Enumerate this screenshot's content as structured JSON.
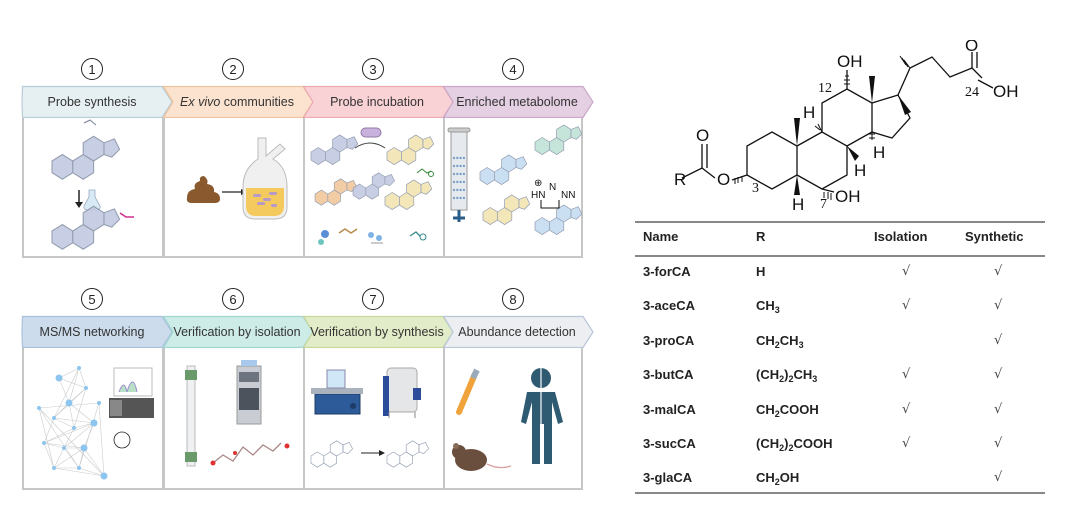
{
  "workflow": {
    "steps": [
      {
        "number": "1",
        "label": "Probe  synthesis",
        "label_italic": "",
        "color": "#e6eff2",
        "stroke": "#b9cdd6"
      },
      {
        "number": "2",
        "label": " communities",
        "label_italic": "Ex vivo",
        "color": "#fbe3cf",
        "stroke": "#efc39c"
      },
      {
        "number": "3",
        "label": "Probe incubation",
        "label_italic": "",
        "color": "#f9d2d6",
        "stroke": "#eeaab2"
      },
      {
        "number": "4",
        "label": "Enriched metabolome",
        "label_italic": "",
        "color": "#e4cfe3",
        "stroke": "#cba8c9"
      },
      {
        "number": "5",
        "label": "MS/MS networking",
        "label_italic": "",
        "color": "#ccdcec",
        "stroke": "#a9c1dc"
      },
      {
        "number": "6",
        "label": "Verification by isolation",
        "label_italic": "",
        "color": "#cdebe7",
        "stroke": "#9ed7d0"
      },
      {
        "number": "7",
        "label": "Verification by synthesis",
        "label_italic": "",
        "color": "#e3ecc8",
        "stroke": "#c6d899"
      },
      {
        "number": "8",
        "label": "Abundance detection",
        "label_italic": "",
        "color": "#eceef2",
        "stroke": "#b9c6d8"
      }
    ]
  },
  "structure": {
    "labels": {
      "oh_12": "OH",
      "pos_12": "12",
      "pos_24": "24",
      "oh_24": "OH",
      "carbonyl_o": "O",
      "ester_o_top": "O",
      "r_group": "R",
      "ester_o": "O",
      "pos_3": "3",
      "pos_7": "7",
      "oh_7": "OH",
      "h_9": "H",
      "h_14": "H",
      "h_8": "H",
      "h_5": "H"
    }
  },
  "table": {
    "headers": {
      "name": "Name",
      "r": "R",
      "isolation": "Isolation",
      "synthetic": "Synthetic"
    },
    "check_symbol": "√",
    "rows": [
      {
        "name": "3-forCA",
        "r_parts": [
          [
            "H",
            ""
          ]
        ],
        "isolation": true,
        "synthetic": true
      },
      {
        "name": "3-aceCA",
        "r_parts": [
          [
            "CH",
            "3"
          ]
        ],
        "isolation": true,
        "synthetic": true
      },
      {
        "name": "3-proCA",
        "r_parts": [
          [
            "CH",
            "2"
          ],
          [
            "CH",
            "3"
          ]
        ],
        "isolation": false,
        "synthetic": true
      },
      {
        "name": "3-butCA",
        "r_parts": [
          [
            "(CH",
            "2"
          ],
          [
            ")",
            "2"
          ],
          [
            "CH",
            "3"
          ]
        ],
        "isolation": true,
        "synthetic": true
      },
      {
        "name": "3-malCA",
        "r_parts": [
          [
            "CH",
            "2"
          ],
          [
            "COOH",
            ""
          ]
        ],
        "isolation": true,
        "synthetic": true
      },
      {
        "name": "3-sucCA",
        "r_parts": [
          [
            "(CH",
            "2"
          ],
          [
            ")",
            "2"
          ],
          [
            "COOH",
            ""
          ]
        ],
        "isolation": true,
        "synthetic": true
      },
      {
        "name": "3-glaCA",
        "r_parts": [
          [
            "CH",
            "2"
          ],
          [
            "OH",
            ""
          ]
        ],
        "isolation": false,
        "synthetic": true
      }
    ]
  }
}
